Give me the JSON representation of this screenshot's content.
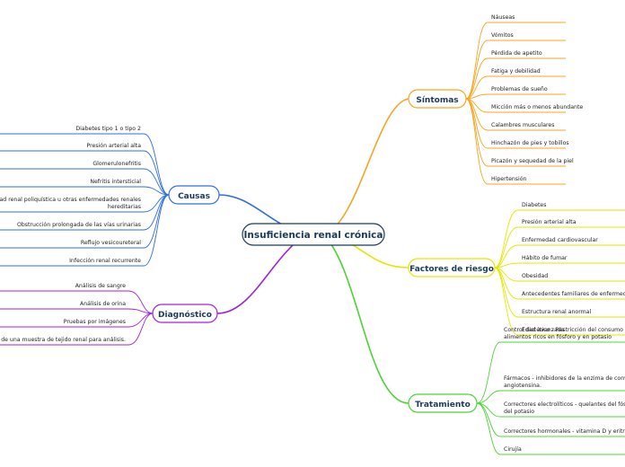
{
  "root": {
    "label": "Insuficiencia renal crónica"
  },
  "branches": {
    "sintomas": {
      "label": "Síntomas",
      "color": "#f5a623",
      "items": [
        "Náuseas",
        "Vómitos",
        "Pérdida de apetito",
        "Fatiga y debilidad",
        "Problemas de sueño",
        "Micción más o menos abundante",
        "Calambres musculares",
        "Hinchazón de pies y tobillos",
        "Picazón y sequedad de la piel",
        "Hipertensión"
      ]
    },
    "factores": {
      "label": "Factores de riesgo",
      "color": "#e6e600",
      "items": [
        "Diabetes",
        "Presión arterial alta",
        "Enfermedad cardiovascular",
        "Hábito de fumar",
        "Obesidad",
        "Antecedentes familiares de enfermedad renal",
        "Estructura renal anormal",
        "Edad avanzada"
      ]
    },
    "tratamiento": {
      "label": "Tratamiento",
      "color": "#4cd435",
      "items": [
        [
          "Control dietético - Restricción del consumo de sal y de",
          "alimentos ricos en fósforo y en potasio"
        ],
        [
          "Fármacos - inhibidores de la enzima de conversión de la",
          "angiotensina."
        ],
        [
          "Correctores electrolíticos - quelantes del fósforo y",
          "del potasio"
        ],
        [
          "Correctores hormonales - vitamina D y eritropoyetina"
        ],
        [
          "Cirujía"
        ]
      ]
    },
    "causas": {
      "label": "Causas",
      "color": "#2f6fe0",
      "items": [
        [
          "Diabetes tipo 1 o tipo 2"
        ],
        [
          "Presión arterial alta"
        ],
        [
          "Glomerulonefritis"
        ],
        [
          "Nefritis intersticial"
        ],
        [
          "Enfermedad renal poliquística u otras enfermedades renales",
          "hereditarias"
        ],
        [
          "Obstrucción prolongada de las vías urinarias"
        ],
        [
          "Reflujo vesicoureteral"
        ],
        [
          "Infección renal recurrente"
        ]
      ]
    },
    "diagnostico": {
      "label": "Diagnóstico",
      "color": "#a020e0",
      "items": [
        [
          "Análisis de sangre"
        ],
        [
          "Análisis de orina"
        ],
        [
          "Pruebas por imágenes"
        ],
        [
          "Extracción de una muestra de tejido renal para análisis."
        ]
      ]
    }
  }
}
